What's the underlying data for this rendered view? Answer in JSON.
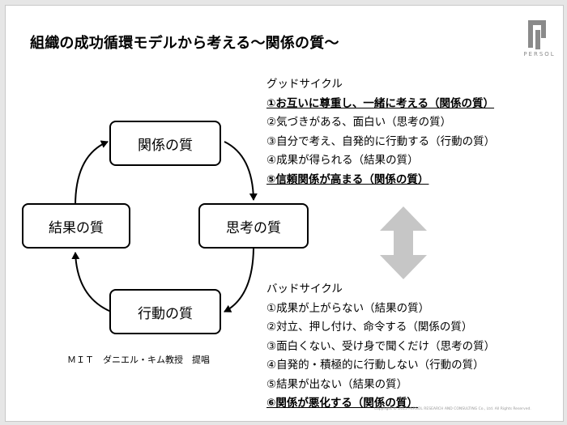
{
  "title": "組織の成功循環モデルから考える〜関係の質〜",
  "brand": "PERSOL",
  "colors": {
    "arrow_gray": "#c6c6c6",
    "text": "#000000",
    "accent_logo": "#8a8a8a"
  },
  "cycle": {
    "nodes": {
      "relation": "関係の質",
      "thinking": "思考の質",
      "action": "行動の質",
      "result": "結果の質"
    },
    "caption": "ＭＩＴ　ダニエル・キム教授　提唱"
  },
  "good_cycle": {
    "heading": "グッドサイクル",
    "items": [
      {
        "text": "①お互いに尊重し、一緒に考える（関係の質）",
        "highlight": true
      },
      {
        "text": "②気づきがある、面白い（思考の質）",
        "highlight": false
      },
      {
        "text": "③自分で考え、自発的に行動する（行動の質）",
        "highlight": false
      },
      {
        "text": "④成果が得られる（結果の質）",
        "highlight": false
      },
      {
        "text": "⑤信頼関係が高まる（関係の質）",
        "highlight": true
      }
    ]
  },
  "bad_cycle": {
    "heading": "バッドサイクル",
    "items": [
      {
        "text": "①成果が上がらない（結果の質）",
        "highlight": false
      },
      {
        "text": "②対立、押し付け、命令する（関係の質）",
        "highlight": false
      },
      {
        "text": "③面白くない、受け身で聞くだけ（思考の質）",
        "highlight": false
      },
      {
        "text": "④自発的・積極的に行動しない（行動の質）",
        "highlight": false
      },
      {
        "text": "⑤結果が出ない（結果の質）",
        "highlight": false
      },
      {
        "text": "⑥関係が悪化する（関係の質）",
        "highlight": true
      }
    ]
  },
  "copyright": "Copyright © 2015 PERSOL RESEARCH AND CONSULTING Co., Ltd. All Rights Reserved."
}
